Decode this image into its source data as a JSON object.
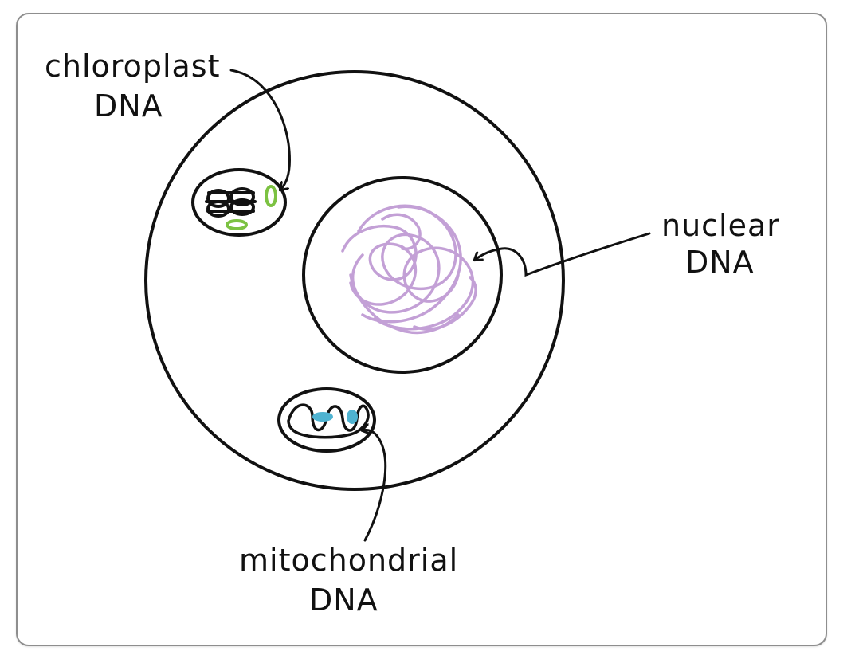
{
  "labels": {
    "chloroplast_line1": "chloroplast",
    "chloroplast_line2": "DNA",
    "nuclear_line1": "nuclear",
    "nuclear_line2": "DNA",
    "mitochondrial_line1": "mitochondrial",
    "mitochondrial_line2": "DNA"
  },
  "colors": {
    "outline": "#111111",
    "chloroplast_dna": "#7cc242",
    "mitochondrial_dna": "#4fb3d1",
    "nuclear_dna": "#c3a0d6",
    "card_border": "#8e8e8e"
  }
}
